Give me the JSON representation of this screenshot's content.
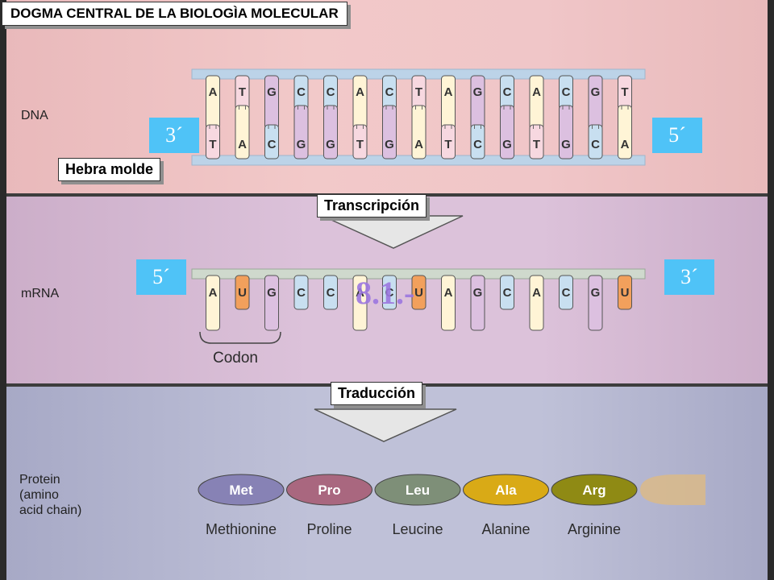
{
  "title": "DOGMA CENTRAL DE LA BIOLOGÌA MOLECULAR",
  "rows": {
    "dna": "DNA",
    "mrna": "mRNA",
    "protein": [
      "Protein",
      "(amino",
      "acid chain)"
    ]
  },
  "callouts": {
    "template": "Hebra molde",
    "transcription": "Transcripción",
    "translation": "Traducción"
  },
  "ends": {
    "dna_left": "3´",
    "dna_right": "5´",
    "mrna_left": "5´",
    "mrna_right": "3´"
  },
  "codon_label": "Codon",
  "overlay": "8.1.-",
  "dna_top": [
    "A",
    "T",
    "G",
    "C",
    "C",
    "A",
    "C",
    "T",
    "A",
    "G",
    "C",
    "A",
    "C",
    "G",
    "T"
  ],
  "dna_bottom": [
    "T",
    "A",
    "C",
    "G",
    "G",
    "T",
    "G",
    "A",
    "T",
    "C",
    "G",
    "T",
    "G",
    "C",
    "A"
  ],
  "mrna": [
    "A",
    "U",
    "G",
    "C",
    "C",
    "A",
    "C",
    "U",
    "A",
    "G",
    "C",
    "A",
    "C",
    "G",
    "U"
  ],
  "amino_acids": [
    {
      "abbr": "Met",
      "name": "Methionine",
      "color": "#8782b5"
    },
    {
      "abbr": "Pro",
      "name": "Proline",
      "color": "#a9677f"
    },
    {
      "abbr": "Leu",
      "name": "Leucine",
      "color": "#7e8f78"
    },
    {
      "abbr": "Ala",
      "name": "Alanine",
      "color": "#d9aa16"
    },
    {
      "abbr": "Arg",
      "name": "Arginine",
      "color": "#8f8a14"
    }
  ],
  "nucleotide_colors": {
    "A": "#fff4d6",
    "T": "#f7d8e0",
    "G": "#dcc0e0",
    "C": "#c8dff0",
    "U": "#f2a05c"
  },
  "backbone_color": "#bcd3e8"
}
